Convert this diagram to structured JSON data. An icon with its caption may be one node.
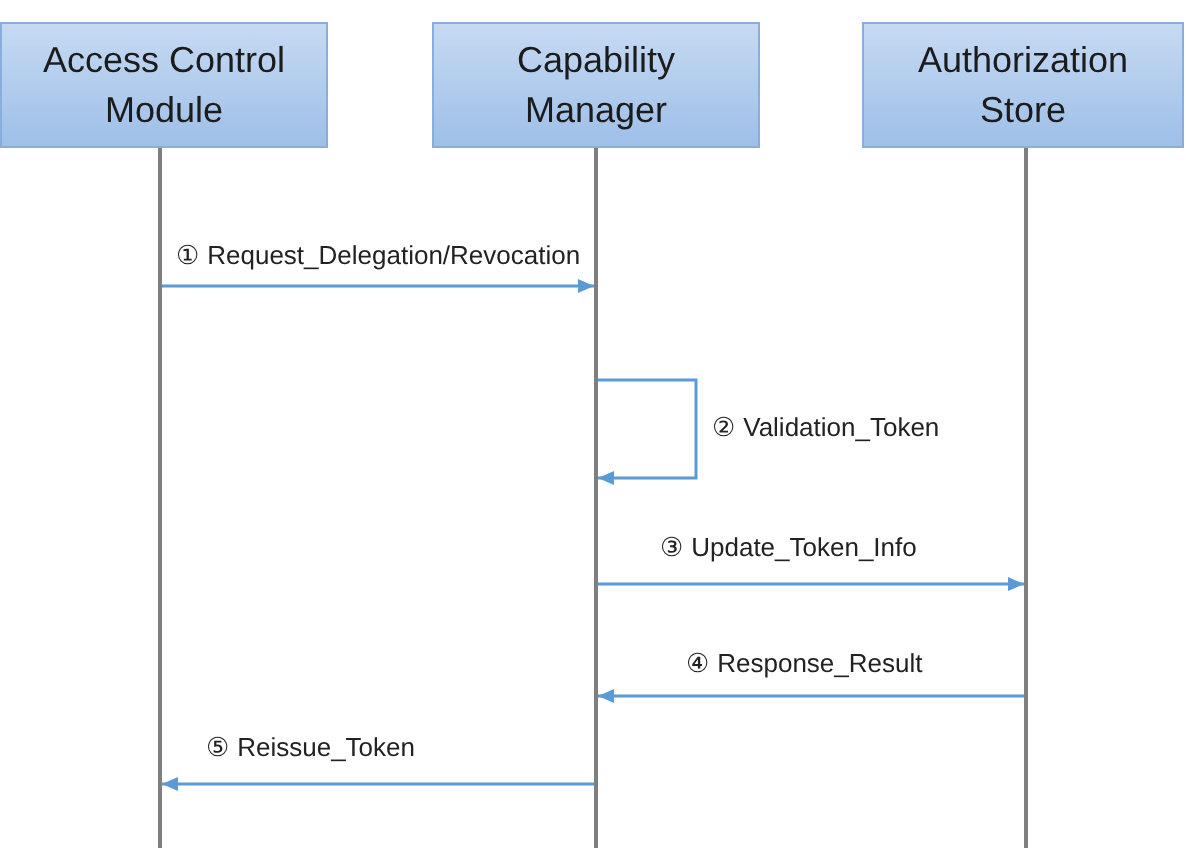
{
  "diagram": {
    "nodes": [
      {
        "text": [
          "Access Control Module"
        ]
      },
      {
        "text": [
          "Capability Manager"
        ]
      },
      {
        "text": [
          "Authorization Store"
        ]
      },
      {
        "text": [],
        "shape": "line"
      },
      {
        "text": [],
        "shape": "line"
      },
      {
        "text": [],
        "shape": "line"
      }
    ],
    "edges": [
      {
        "from": 3,
        "to": 4,
        "arrow": "to",
        "label": "① Request_Delegation/Revocation"
      },
      {
        "from": 4,
        "to": 4,
        "arrow": "to",
        "label": "② Validation_Token"
      },
      {
        "from": 4,
        "to": 5,
        "arrow": "to",
        "label": "③ Update_Token_Info"
      },
      {
        "from": 5,
        "to": 4,
        "arrow": "to",
        "label": "④ Response_Result"
      },
      {
        "from": 4,
        "to": 3,
        "arrow": "to",
        "label": "⑤ Reissue_Token"
      }
    ]
  }
}
